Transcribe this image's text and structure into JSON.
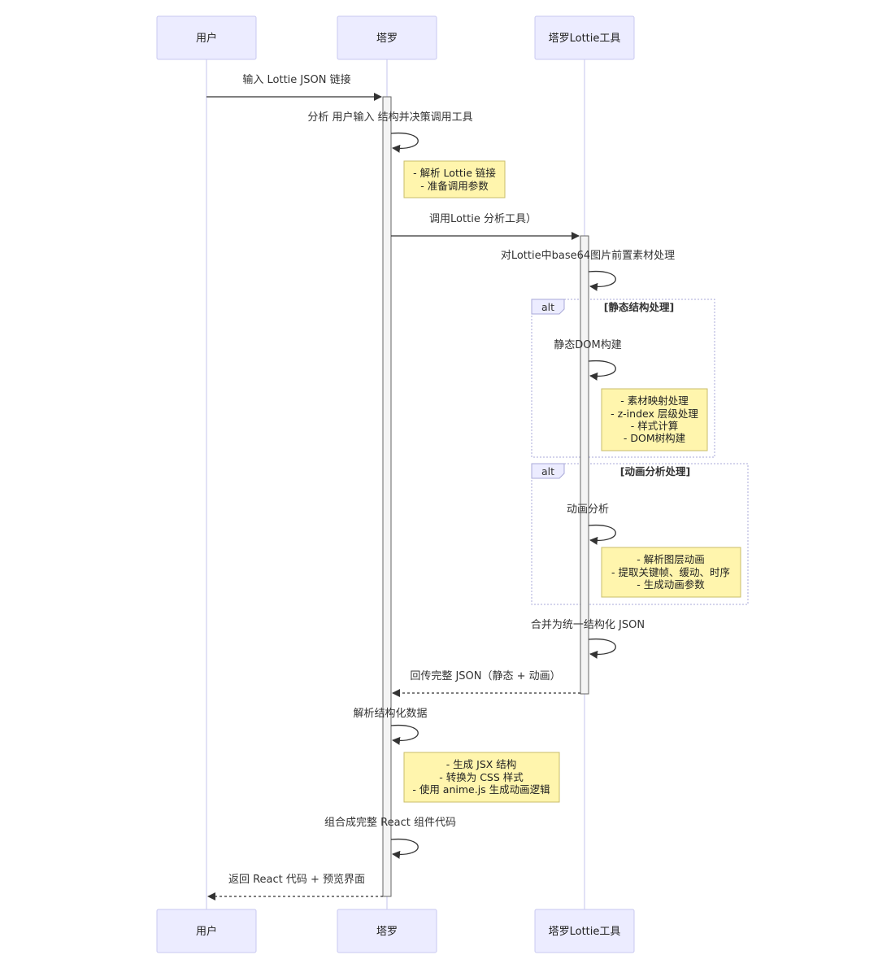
{
  "actors": {
    "user": "用户",
    "talo": "塔罗",
    "tool": "塔罗Lottie工具"
  },
  "messages": {
    "m1": "输入 Lottie JSON 链接",
    "m2": "分析 用户输入 结构并决策调用工具",
    "m3": "调用Lottie 分析工具）",
    "m4": "对Lottie中base64图片前置素材处理",
    "m5": "静态DOM构建",
    "m6": "动画分析",
    "m7": "合并为统一结构化 JSON",
    "m8": "回传完整 JSON（静态 + 动画）",
    "m9": "解析结构化数据",
    "m10": "组合成完整 React 组件代码",
    "m11": "返回 React 代码 + 预览界面"
  },
  "notes": {
    "n1": [
      "- 解析 Lottie 链接",
      "- 准备调用参数"
    ],
    "n2": [
      "- 素材映射处理",
      "- z-index 层级处理",
      "- 样式计算",
      "- DOM树构建"
    ],
    "n3": [
      "- 解析图层动画",
      "- 提取关键帧、缓动、时序",
      "- 生成动画参数"
    ],
    "n4": [
      "- 生成 JSX 结构",
      "- 转换为 CSS 样式",
      "- 使用 anime.js 生成动画逻辑"
    ]
  },
  "alts": {
    "a1": {
      "label": "alt",
      "condition": "[静态结构处理]"
    },
    "a2": {
      "label": "alt",
      "condition": "[动画分析处理]"
    }
  },
  "colors": {
    "actor_fill": "#ececff",
    "note_fill": "#fff5ad",
    "line": "#333333"
  }
}
